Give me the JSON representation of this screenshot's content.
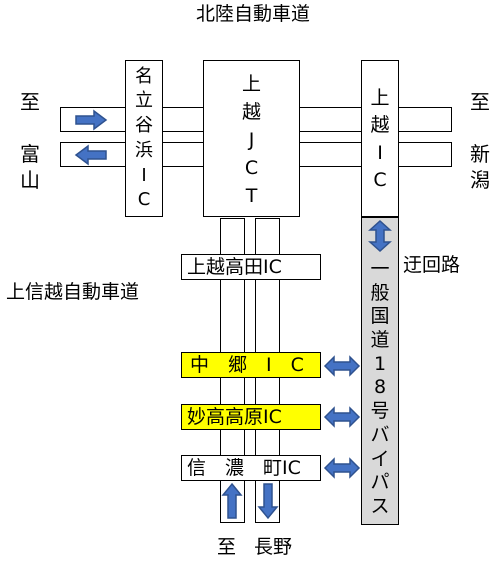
{
  "title_top": "北陸自動車道",
  "title_left": "上信越自動車道",
  "left_dest": {
    "to": "至",
    "name_1": "富",
    "name_2": "山"
  },
  "right_dest": {
    "to": "至",
    "name_1": "新",
    "name_2": "潟"
  },
  "bottom_dest": {
    "to": "至",
    "name": "長野"
  },
  "detour_label": "迂回路",
  "nadachi_ic": [
    "名",
    "立",
    "谷",
    "浜",
    "I",
    "C"
  ],
  "joetsu_jct": [
    "上",
    "越",
    "J",
    "C",
    "T"
  ],
  "joetsu_ic": [
    "上",
    "越",
    "I",
    "C"
  ],
  "bypass": [
    "一",
    "般",
    "国",
    "道",
    "1",
    "8",
    "号",
    "バ",
    "イ",
    "パ",
    "ス"
  ],
  "joetsu_takada_ic": "上越高田IC",
  "nakago_ic": "中　郷　I　C",
  "myoko_kogen_ic": "妙高高原IC",
  "shinanomachi_ic": "信　濃　町IC",
  "colors": {
    "arrow_fill": "#4472c4",
    "arrow_stroke": "#2f528f",
    "ic_highlight": "#ffff00",
    "bypass_fill": "#d9d9d9"
  },
  "icons": {
    "right_arrow": "arrow-right-icon",
    "left_arrow": "arrow-left-icon",
    "double_arrow": "double-arrow-icon",
    "up_arrow": "arrow-up-icon",
    "down_arrow": "arrow-down-icon"
  }
}
